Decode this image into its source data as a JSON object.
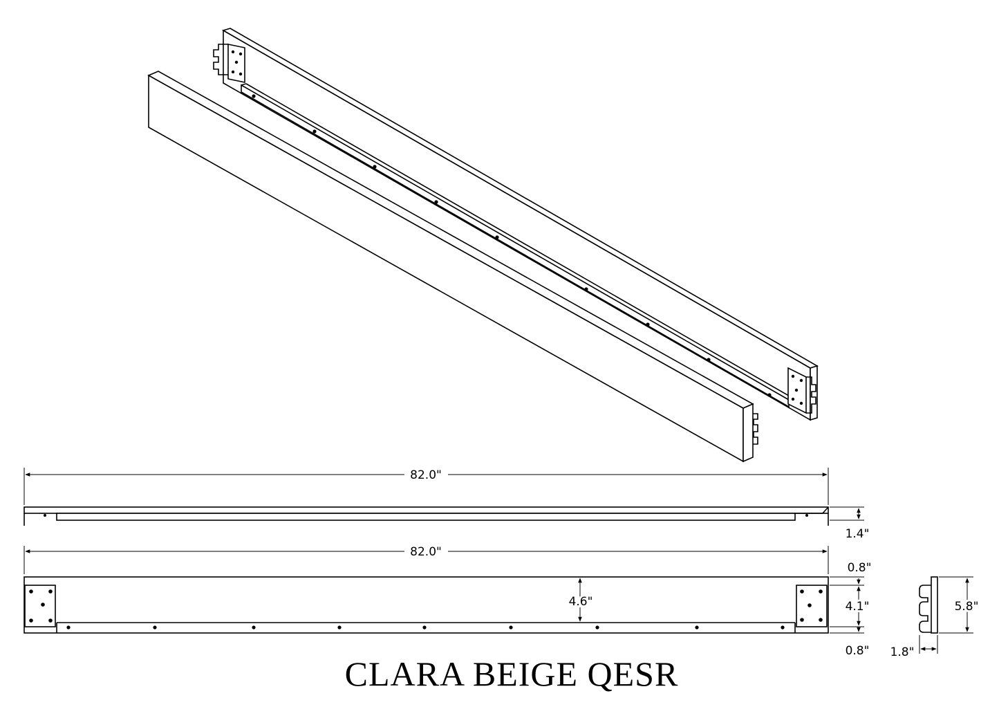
{
  "title": "CLARA BEIGE QESR",
  "dimensions": {
    "overall_length_top": "82.0\"",
    "overall_length_bottom": "82.0\"",
    "rail_thickness": "1.4\"",
    "top_lip": "0.8\"",
    "cleat_span": "4.1\"",
    "bottom_lip": "0.8\"",
    "board_height": "4.6\"",
    "bracket_height": "5.8\"",
    "bracket_depth": "1.8\""
  },
  "colors": {
    "line": "#000000",
    "background": "#ffffff"
  }
}
